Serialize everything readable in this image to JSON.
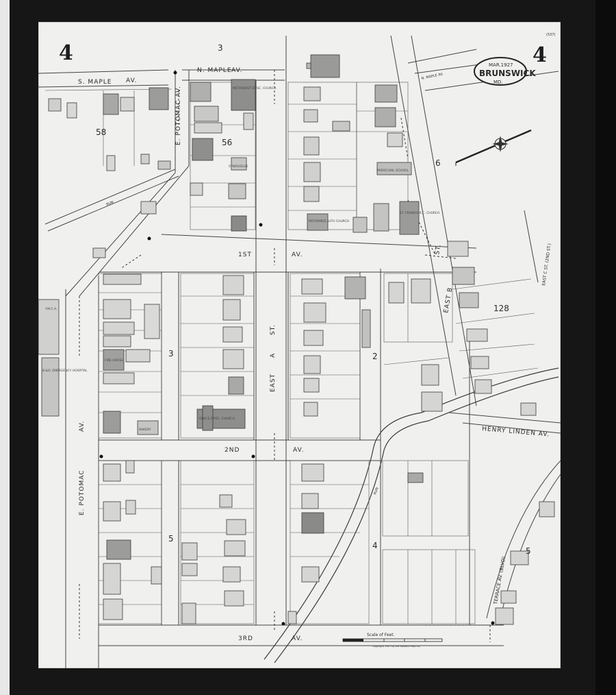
{
  "map": {
    "sheet_number": "4",
    "date": "MAR.1927",
    "town": "BRUNSWICK",
    "state": "MD.",
    "corner_note": "(537)",
    "scale_label": "Scale of Feet.",
    "copyright": "Copyright 1927 by the Sanborn Map Co."
  },
  "streets": {
    "s_maple": "S. MAPLE",
    "s_maple_av": "AV.",
    "n_maple": "N. MAPLE",
    "n_maple_av": "AV.",
    "n_maple_right": "N. MAPLE AV.",
    "e_potomac_upper": "E. POTOMAC AV.",
    "e_potomac_lower": "E. POTOMAC",
    "e_potomac_lower_av": "AV.",
    "first": "1ST",
    "first_av": "AV.",
    "second": "2ND",
    "second_av": "AV.",
    "third": "3RD",
    "third_av": "AV.",
    "east_a_1": "EAST",
    "east_a_2": "A",
    "east_a_3": "ST.",
    "east_b": "EAST B",
    "east_b_st": "ST.",
    "east_c": "EAST C ST. (2ND ST.)",
    "henry_linden": "HENRY LINDEN AV.",
    "terrace": "TERRACE AV. (BLVD)",
    "run_upper": "RUN",
    "run_lower": "RUN"
  },
  "blocks": [
    "3",
    "58",
    "56",
    "6",
    "128",
    "3",
    "2",
    "5",
    "4",
    "5"
  ],
  "buildings": {
    "church_upper": "METHODIST EPISC. CHURCH",
    "synagogue": "SYNAGOGUE",
    "reformed_church": "REFORMED LUTH CHURCH",
    "st_francis": "ST. FRANCIS R.C. CHURCH",
    "parochial_school": "PAROCHIAL SCHOOL",
    "grace_church": "GRACE EPISC. CHURCH",
    "ymca": "Y.M.C.A.",
    "hospital": "B.&O. EMERGENCY HOSPITAL",
    "bakery": "BAKERY",
    "fire_house": "FIRE HOUSE"
  }
}
